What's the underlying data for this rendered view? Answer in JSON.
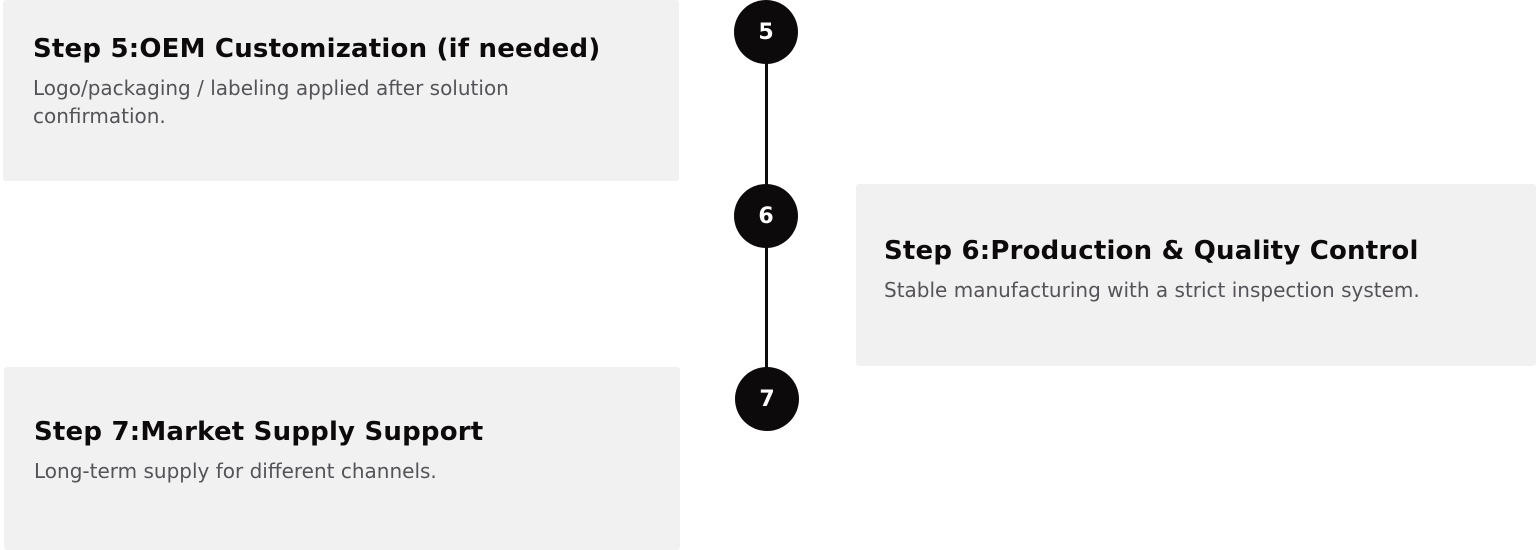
{
  "steps": [
    {
      "number": "5",
      "title": "Step 5:OEM Customization (if needed)",
      "description": "Logo/packaging / labeling applied after solution confirmation."
    },
    {
      "number": "6",
      "title": "Step 6:Production & Quality Control",
      "description": "Stable manufacturing with a strict inspection system."
    },
    {
      "number": "7",
      "title": "Step 7:Market Supply Support",
      "description": "Long-term supply for different channels."
    }
  ],
  "colors": {
    "marker": "#0d0a0b",
    "card_background": "#f2f1f2",
    "title": "#0d0a0b",
    "description": "#555358"
  }
}
